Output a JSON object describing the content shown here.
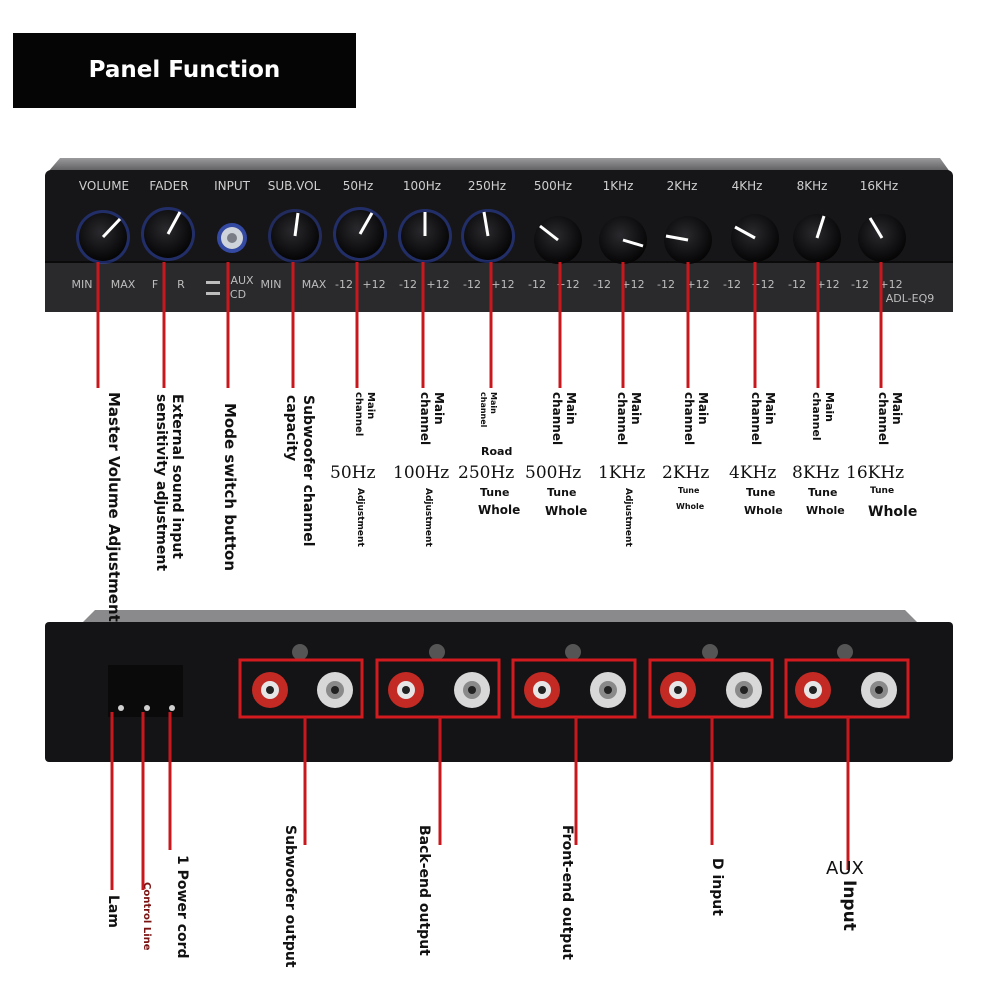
{
  "title": "Panel Function Description",
  "front_panel": {
    "top_labels": [
      "VOLUME",
      "FADER",
      "INPUT",
      "SUB.VOL",
      "50Hz",
      "100Hz",
      "250Hz",
      "500Hz",
      "1KHz",
      "2KHz",
      "4KHz",
      "8KHz",
      "16KHz"
    ],
    "bottom_labels": [
      "MIN",
      "MAX",
      "F",
      "R",
      "AUX",
      "CD",
      "MIN",
      "MAX",
      "-12",
      "+12",
      "-12",
      "+12",
      "-12",
      "+12",
      "-12",
      "+12",
      "-12",
      "+12",
      "-12",
      "+12",
      "-12",
      "+12",
      "-12",
      "+12",
      "-12",
      "+12"
    ],
    "model": "ADL-EQ9"
  },
  "front_callouts": {
    "master_volume": "Master Volume Adjustment",
    "external_sound": "External sound input sensitivity adjustment",
    "mode_switch": "Mode switch button",
    "subwoofer": "Subwoofer channel capacity",
    "b50": {
      "main": "Main channel",
      "freq": "50Hz",
      "note": "Adjustment"
    },
    "b100": {
      "main": "Main channel",
      "freq": "100Hz",
      "note": "Adjustment"
    },
    "b250": {
      "main": "Main channel",
      "road": "Road",
      "freq": "250Hz",
      "tune": "Tune",
      "whole": "Whole"
    },
    "b500": {
      "main": "Main channel",
      "freq": "500Hz",
      "tune": "Tune",
      "whole": "Whole"
    },
    "b1k": {
      "main": "Main channel",
      "freq": "1KHz",
      "note": "Adjustment"
    },
    "b2k": {
      "main": "Main channel",
      "freq": "2KHz",
      "tune": "Tune",
      "whole": "Whole"
    },
    "b4k": {
      "main": "Main channel",
      "freq": "4KHz",
      "tune": "Tune",
      "whole": "Whole"
    },
    "b8k": {
      "main": "Main channel",
      "freq": "8KHz",
      "tune": "Tune",
      "whole": "Whole"
    },
    "b16k": {
      "main": "Main channel",
      "freq": "16KHz",
      "tune": "Tune",
      "whole": "Whole"
    }
  },
  "rear_callouts": {
    "lam": "Lam",
    "control_line": "Control Line",
    "power": "1 Power cord",
    "subwoofer_output": "Subwoofer output",
    "back_end_output": "Back-end output",
    "front_end_output": "Front-end output",
    "d_input": "D input",
    "aux": "AUX",
    "aux_input": "Input"
  },
  "colors": {
    "callout_line": "#c8181e",
    "panel": "#151517",
    "rca_red": "#c42a24",
    "rca_white": "#d8d8d8",
    "knob_glow": "#2f5cff"
  }
}
